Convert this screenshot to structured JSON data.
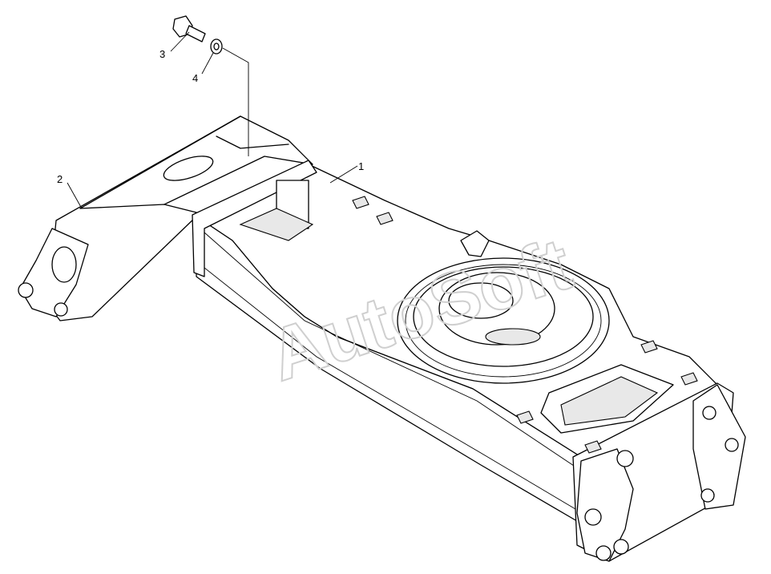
{
  "callouts": [
    {
      "id": "1",
      "label": "1"
    },
    {
      "id": "2",
      "label": "2"
    },
    {
      "id": "3",
      "label": "3"
    },
    {
      "id": "4",
      "label": "4"
    }
  ],
  "watermark": "AutoSoft"
}
